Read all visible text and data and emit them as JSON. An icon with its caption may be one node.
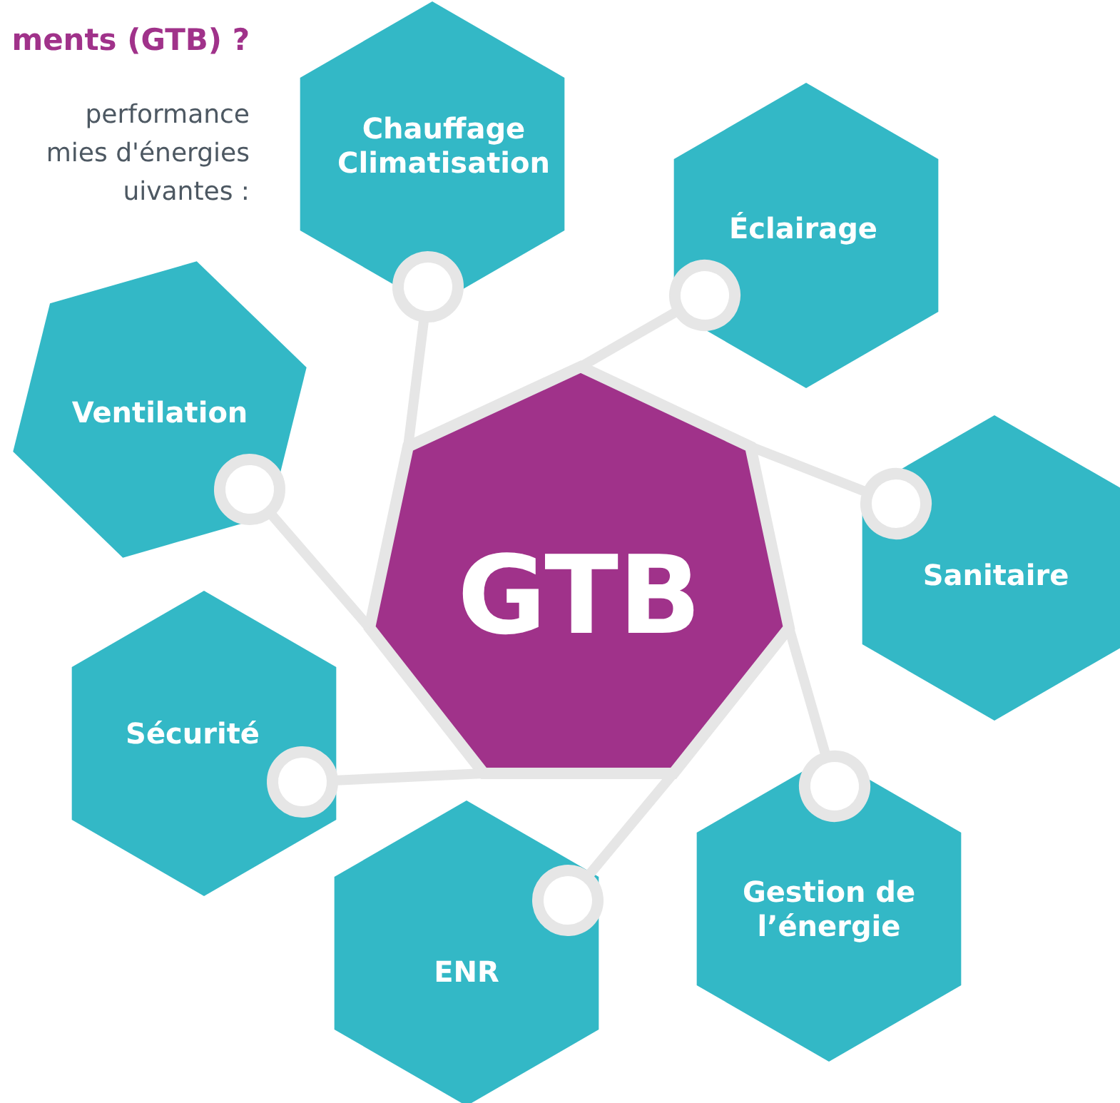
{
  "diagram": {
    "title": "ments (GTB) ?",
    "nodes": [
      {
        "text": [
          "GTB"
        ]
      },
      {
        "text": [
          "Chauffage Climatisation"
        ]
      },
      {
        "text": [
          "Éclairage"
        ]
      },
      {
        "text": [
          "Ventilation"
        ]
      },
      {
        "text": [
          "Sanitaire"
        ]
      },
      {
        "text": [
          "Sécurité"
        ]
      },
      {
        "text": [
          "Gestion de l’énergie"
        ]
      },
      {
        "text": [
          "ENR"
        ]
      }
    ],
    "edges": [
      {
        "from": 0,
        "to": 1,
        "arrow": "other"
      },
      {
        "from": 0,
        "to": 2,
        "arrow": "other"
      },
      {
        "from": 0,
        "to": 3,
        "arrow": "other"
      },
      {
        "from": 0,
        "to": 4,
        "arrow": "other"
      },
      {
        "from": 0,
        "to": 5,
        "arrow": "other"
      },
      {
        "from": 0,
        "to": 6,
        "arrow": "other"
      },
      {
        "from": 0,
        "to": 7,
        "arrow": "other"
      }
    ],
    "labels": [
      "performance",
      "mies d'énergies",
      "uivantes :"
    ]
  }
}
